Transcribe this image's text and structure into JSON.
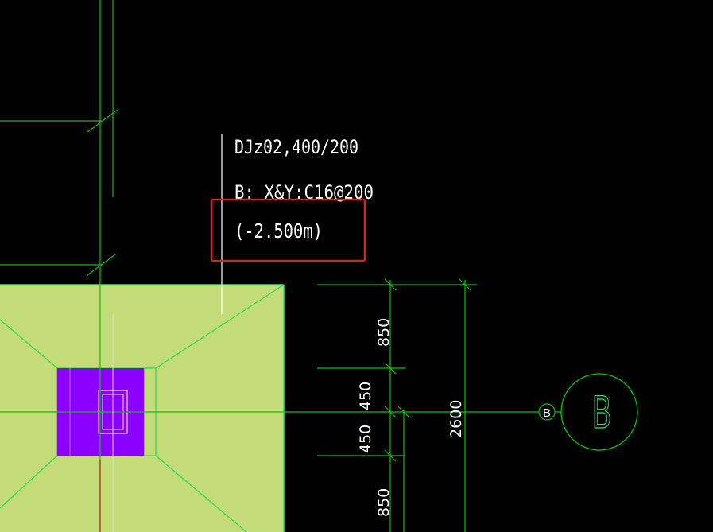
{
  "annotation": {
    "line1": "DJz02,400/200",
    "line2": "B: X&Y:C16@200",
    "line3": "(-2.500m)"
  },
  "dimensions": {
    "seg1": "850",
    "seg2": "450",
    "seg3": "450",
    "seg4": "850",
    "total": "2600"
  },
  "axis": {
    "bubble_small": "B",
    "bubble_large": "B"
  },
  "colors": {
    "background": "#000000",
    "grid_line": "#00c800",
    "footing_fill": "#c3dc78",
    "footing_edge": "#00ff66",
    "column_fill": "#8c00ff",
    "highlight_box": "#e02020",
    "text": "#ffffff",
    "axis_red": "#d23c28"
  }
}
